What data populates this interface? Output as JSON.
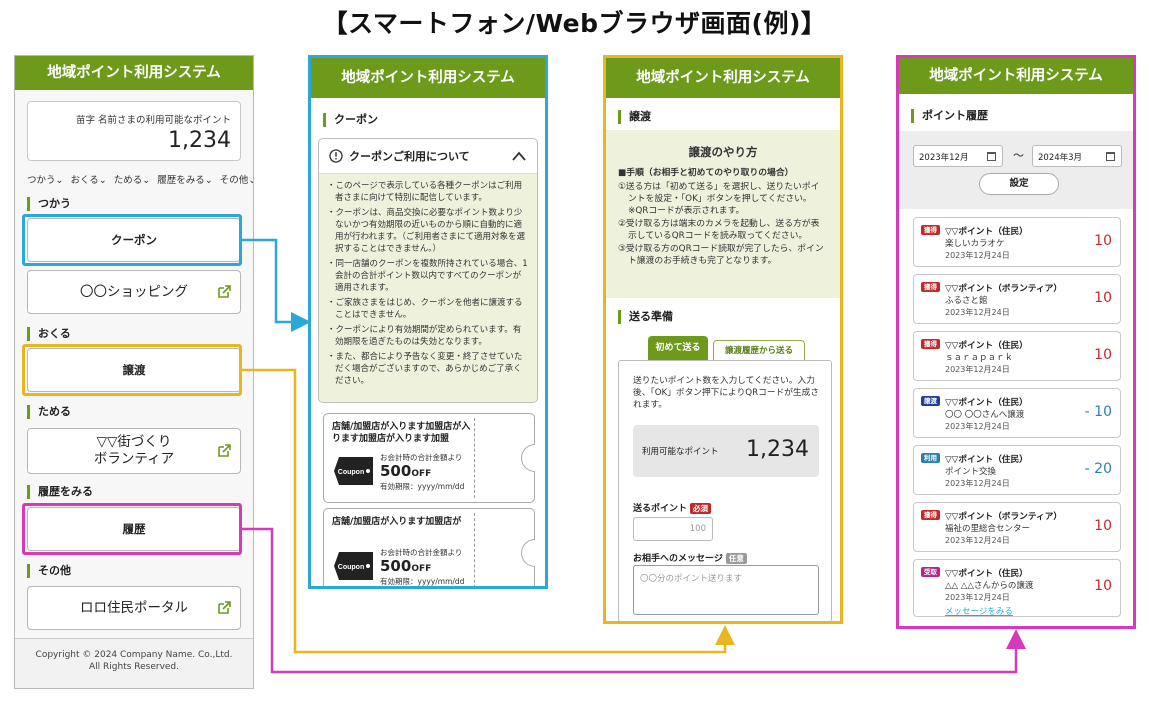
{
  "page_title": "【スマートフォン/Webブラウザ画面(例)】",
  "app_name": "地域ポイント利用システム",
  "colors": {
    "green": "#6e9a1c",
    "blue": "#2aa8d6",
    "yellow": "#e9b620",
    "magenta": "#d63ab8",
    "red": "#c12a2a"
  },
  "home": {
    "point_label": "苗字 名前さまの利用可能なポイント",
    "point_value": "1,234",
    "menu": [
      "つかう⌄",
      "おくる⌄",
      "ためる⌄",
      "履歴をみる⌄",
      "その他⌄"
    ],
    "sections": {
      "use": "つかう",
      "send": "おくる",
      "save": "ためる",
      "history": "履歴をみる",
      "other": "その他"
    },
    "buttons": {
      "coupon": "クーポン",
      "shopping": "〇〇ショッピング",
      "transfer": "譲渡",
      "volunteer_1": "▽▽街づくり",
      "volunteer_2": "ボランティア",
      "history": "履歴",
      "portal": "ロロ住民ポータル"
    },
    "footer_1": "Copyright © 2024 Company Name. Co.,Ltd.",
    "footer_2": "All Rights Reserved."
  },
  "coupon_page": {
    "section": "クーポン",
    "info_title": "クーポンご利用について",
    "info_items": [
      "・このページで表示している各種クーポンはご利用者さまに向けて特別に配信しています。",
      "・クーポンは、商品交換に必要なポイント数より少ないかつ有効期限の近いものから順に自動的に適用が行われます。（ご利用者さまにて適用対象を選択することはできません。）",
      "・同一店舗のクーポンを複数所持されている場合、1会計の合計ポイント数以内ですべてのクーポンが適用されます。",
      "・ご家族さまをはじめ、クーポンを他者に譲渡することはできません。",
      "・クーポンにより有効期間が定められています。有効期限を過ぎたものは失効となります。",
      "・また、都合により予告なく変更・終了させていただく場合がございますので、あらかじめご了承ください。"
    ],
    "coupons": [
      {
        "store": "店舗/加盟店が入ります加盟店が入ります加盟店が入ります加盟",
        "tag": "Coupon",
        "condition": "お会計時の合計金額より",
        "amount": "500",
        "unit": "OFF",
        "expiry": "有効期限：yyyy/mm/dd"
      },
      {
        "store": "店舗/加盟店が入ります加盟店が",
        "tag": "Coupon",
        "condition": "お会計時の合計金額より",
        "amount": "500",
        "unit": "OFF",
        "expiry": "有効期限：yyyy/mm/dd"
      }
    ]
  },
  "transfer_page": {
    "section": "譲渡",
    "how_title": "譲渡のやり方",
    "steps_title": "■手順（お相手と初めてのやり取りの場合）",
    "steps": [
      "①送る方は「初めて送る」を選択し、送りたいポイントを設定・「OK」ボタンを押してください。※QRコードが表示されます。",
      "②受け取る方は端末のカメラを起動し、送る方が表示しているQRコードを読み取ってください。",
      "③受け取る方のQRコード読取が完了したら、ポイント譲渡のお手続きも完了となります。"
    ],
    "prep_section": "送る準備",
    "tab_first": "初めて送る",
    "tab_history": "譲渡履歴から送る",
    "desc": "送りたいポイント数を入力してください。入力後、「OK」ボタン押下によりQRコードが生成されます。",
    "available_label": "利用可能なポイント",
    "available_value": "1,234",
    "send_label": "送るポイント",
    "required": "必須",
    "send_placeholder": "100",
    "message_label": "お相手へのメッセージ",
    "optional": "任意",
    "message_placeholder": "〇〇分のポイント送ります"
  },
  "history_page": {
    "section": "ポイント履歴",
    "date_from": "2023年12月",
    "date_to": "2024年3月",
    "tilde": "〜",
    "set_button": "設定",
    "items": [
      {
        "badge": "獲得",
        "badge_color": "#c12a2a",
        "name": "▽▽ポイント（住民）",
        "detail": "楽しいカラオケ",
        "date": "2023年12月24日",
        "points": "10",
        "points_color": "#c12a2a"
      },
      {
        "badge": "獲得",
        "badge_color": "#c12a2a",
        "name": "▽▽ポイント（ボランティア）",
        "detail": "ふるさと館",
        "date": "2023年12月24日",
        "points": "10",
        "points_color": "#c12a2a"
      },
      {
        "badge": "獲得",
        "badge_color": "#c12a2a",
        "name": "▽▽ポイント（住民）",
        "detail": "ｓａｒａｐａｒｋ",
        "date": "2023年12月24日",
        "points": "10",
        "points_color": "#c12a2a"
      },
      {
        "badge": "譲渡",
        "badge_color": "#1f3f9a",
        "name": "▽▽ポイント（住民）",
        "detail": "〇〇 〇〇さんへ譲渡",
        "date": "2023年12月24日",
        "points": "- 10",
        "points_color": "#2a7fb0"
      },
      {
        "badge": "利用",
        "badge_color": "#2a7fb0",
        "name": "▽▽ポイント（住民）",
        "detail": "ポイント交換",
        "date": "2023年12月24日",
        "points": "- 20",
        "points_color": "#2a7fb0"
      },
      {
        "badge": "獲得",
        "badge_color": "#c12a2a",
        "name": "▽▽ポイント（ボランティア）",
        "detail": "福祉の里総合センター",
        "date": "2023年12月24日",
        "points": "10",
        "points_color": "#c12a2a"
      },
      {
        "badge": "受取",
        "badge_color": "#b02a8a",
        "name": "▽▽ポイント（住民）",
        "detail": "△△ △△さんからの譲渡",
        "date": "2023年12月24日",
        "points": "10",
        "points_color": "#c12a2a",
        "link": "メッセージをみる"
      }
    ]
  }
}
